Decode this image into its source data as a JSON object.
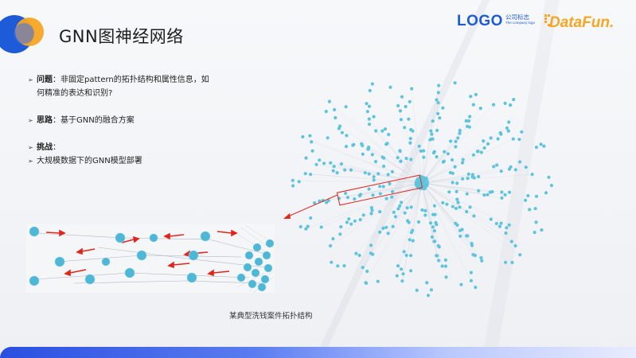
{
  "slide": {
    "title": "GNN图神经网络",
    "caption": "某典型洗钱案件拓扑结构"
  },
  "logos": {
    "company_logo_big": "LOGO",
    "company_logo_cn": "公司标志",
    "company_logo_en": "The company logo",
    "brand": "DataFun."
  },
  "bullets": [
    {
      "label": "问题",
      "text": "：非固定pattern的拓扑结构和属性信息，如"
    },
    {
      "continuation": "何精准的表达和识别?"
    },
    {
      "label": "思路",
      "text": "：基于GNN的融合方案"
    },
    {
      "label": "挑战",
      "text": "："
    },
    {
      "text": "大规模数据下的GNN模型部署"
    }
  ],
  "colors": {
    "accent_blue": "#1e5bd8",
    "node_cyan": "#5ec4de",
    "edge_red": "#e0261c",
    "brand_orange": "#f5a623"
  }
}
